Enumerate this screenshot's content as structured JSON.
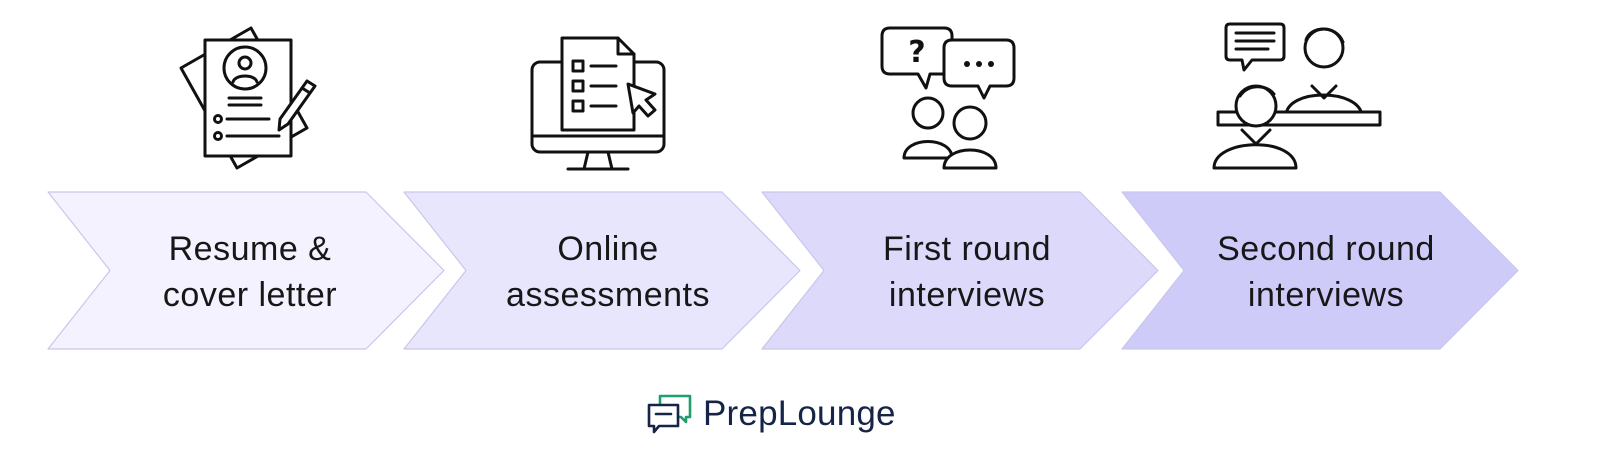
{
  "diagram": {
    "steps": [
      {
        "label_lines": [
          "Resume &",
          "cover letter"
        ],
        "icon": "resume-icon",
        "fill": "#f3f2fe"
      },
      {
        "label_lines": [
          "Online",
          "assessments"
        ],
        "icon": "computer-assessment-icon",
        "fill": "#e8e6fd"
      },
      {
        "label_lines": [
          "First round",
          "interviews"
        ],
        "icon": "conversation-icon",
        "fill": "#dcd9fb"
      },
      {
        "label_lines": [
          "Second round",
          "interviews"
        ],
        "icon": "interview-desk-icon",
        "fill": "#cfcbf9"
      }
    ],
    "chevron_stroke": "#cac6ea"
  },
  "brand": {
    "name": "PrepLounge",
    "logo_icon": "preplounge-chat-logo-icon",
    "logo_colors": [
      "#1f9d6c",
      "#162447"
    ],
    "text_color": "#162447"
  }
}
